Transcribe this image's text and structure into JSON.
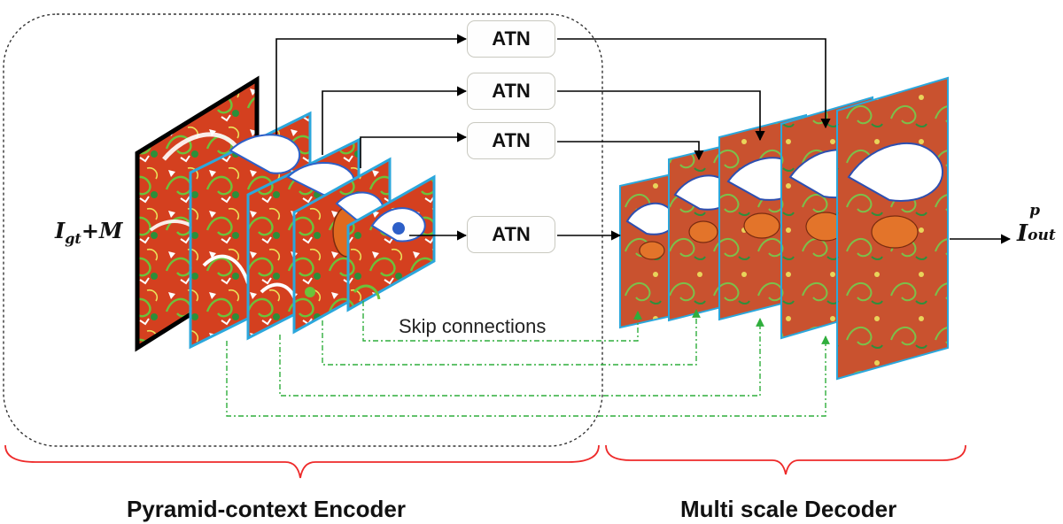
{
  "input_label": {
    "base": "I",
    "subscript": "gt",
    "suffix": "+M"
  },
  "output_label": {
    "base": "I",
    "superscript": "p",
    "subscript": "out"
  },
  "attention_blocks": [
    "ATN",
    "ATN",
    "ATN",
    "ATN"
  ],
  "skip_label": "Skip connections",
  "encoder_title": "Pyramid-context Encoder",
  "decoder_title": "Multi scale Decoder",
  "colors": {
    "tile_red": "#d4401f",
    "decoder_tile": "#c9522f",
    "skip_green": "#2fae3c",
    "brace_red": "#ee2a2a",
    "frame_cyan": "#35b8e8",
    "atn_border": "#c9c9c0"
  },
  "icons": [
    "arrow-icon",
    "brace-icon",
    "feature-map-icon"
  ]
}
